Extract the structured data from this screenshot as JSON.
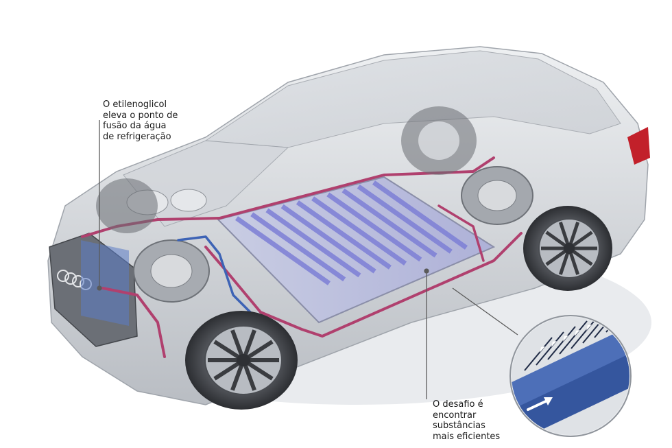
{
  "callouts": [
    {
      "lines": [
        "O etilenoglicol",
        "eleva o ponto de",
        "fusão da água",
        "de refrigeração"
      ]
    },
    {
      "lines": [
        "O desafio é",
        "encontrar",
        "substâncias",
        "mais eficientes"
      ]
    }
  ],
  "colors": {
    "coolant_pink": "#b0406e",
    "coolant_blue": "#3d63b5",
    "cooling_plate_violet": "#7d7fd6",
    "car_silver": "#c9ccd1",
    "tail_light_red": "#c2202a",
    "leader_line": "#5a5a5a"
  },
  "icons": [
    "car-cutaway-illustration",
    "battery-cooling-plate-zoom",
    "flow-arrow-icon"
  ]
}
